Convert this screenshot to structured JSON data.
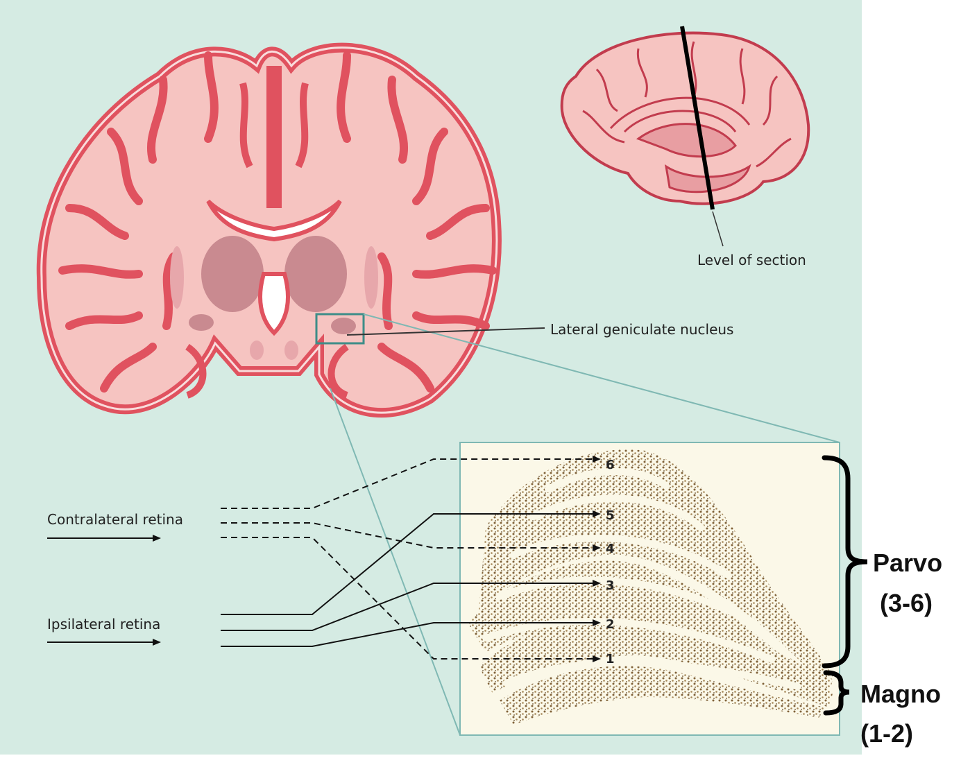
{
  "labels": {
    "level_of_section": "Level of section",
    "lgn": "Lateral geniculate nucleus",
    "contralateral": "Contralateral retina",
    "ipsilateral": "Ipsilateral retina"
  },
  "layers": [
    "6",
    "5",
    "4",
    "3",
    "2",
    "1"
  ],
  "groups": {
    "parvo_title": "Parvo",
    "parvo_range": "(3-6)",
    "magno_title": "Magno",
    "magno_range": "(1-2)"
  },
  "colors": {
    "background": "#d5ebe3",
    "tissue": "#f6c4c1",
    "cortex": "#e4606c",
    "inner_nuclei": "#c98a90",
    "inset_bg": "#fbf8e8",
    "cell_dots": "#8a6a3e"
  }
}
